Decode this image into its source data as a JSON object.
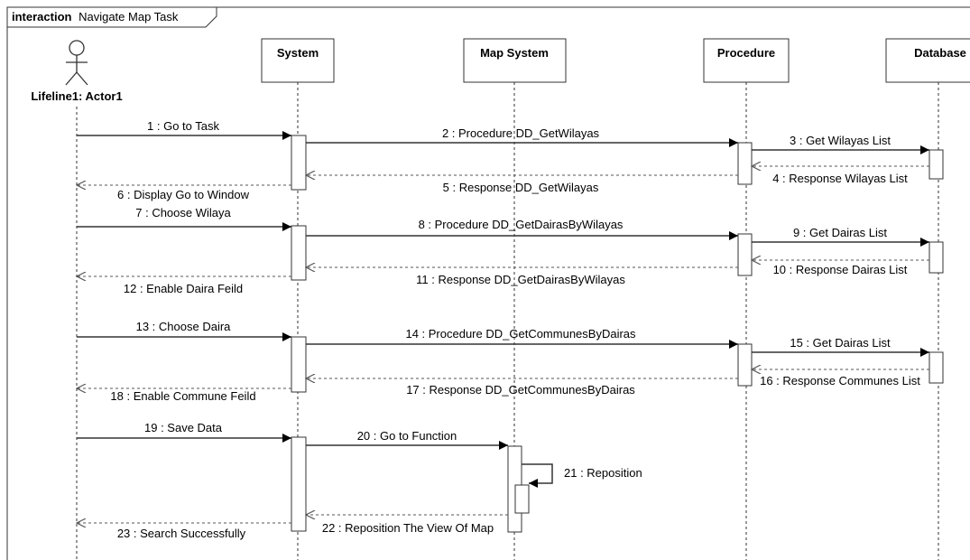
{
  "frame": {
    "keyword": "interaction",
    "title": "Navigate Map Task"
  },
  "actor": {
    "label": "Lifeline1: Actor1"
  },
  "lifelines": [
    {
      "id": "system",
      "label": "System"
    },
    {
      "id": "map",
      "label": "Map System"
    },
    {
      "id": "procedure",
      "label": "Procedure"
    },
    {
      "id": "database",
      "label": "Database"
    }
  ],
  "messages": [
    {
      "label": "1 : Go to Task",
      "kind": "call"
    },
    {
      "label": "2 : Procedure DD_GetWilayas",
      "kind": "call"
    },
    {
      "label": "3 : Get Wilayas List",
      "kind": "call"
    },
    {
      "label": "4 : Response Wilayas List",
      "kind": "reply"
    },
    {
      "label": "5 : Response DD_GetWilayas",
      "kind": "reply"
    },
    {
      "label": "6 : Display Go to Window",
      "kind": "reply"
    },
    {
      "label": "7 : Choose Wilaya",
      "kind": "call"
    },
    {
      "label": "8 : Procedure DD_GetDairasByWilayas",
      "kind": "call"
    },
    {
      "label": "9 : Get Dairas List",
      "kind": "call"
    },
    {
      "label": "10 : Response Dairas List",
      "kind": "reply"
    },
    {
      "label": "11 : Response DD_GetDairasByWilayas",
      "kind": "reply"
    },
    {
      "label": "12 : Enable Daira Feild",
      "kind": "reply"
    },
    {
      "label": "13 : Choose Daira",
      "kind": "call"
    },
    {
      "label": "14 : Procedure DD_GetCommunesByDairas",
      "kind": "call"
    },
    {
      "label": "15 : Get Dairas List",
      "kind": "call"
    },
    {
      "label": "16 : Response Communes List",
      "kind": "reply"
    },
    {
      "label": "17 : Response DD_GetCommunesByDairas",
      "kind": "reply"
    },
    {
      "label": "18 : Enable Commune Feild",
      "kind": "reply"
    },
    {
      "label": "19 : Save Data",
      "kind": "call"
    },
    {
      "label": "20 : Go to Function",
      "kind": "call"
    },
    {
      "label": "21 : Reposition",
      "kind": "self"
    },
    {
      "label": "22 : Reposition The View Of Map",
      "kind": "reply"
    },
    {
      "label": "23 : Search Successfully",
      "kind": "reply"
    }
  ]
}
